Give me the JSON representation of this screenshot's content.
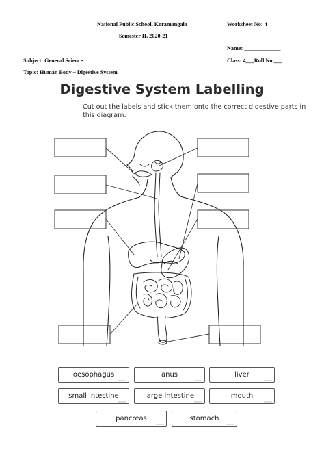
{
  "header": {
    "school": "National Public School, Koramangala",
    "worksheet": "Worksheet No: 4",
    "semester": "Semester II, 2020-21",
    "name": "Name: _____________",
    "subject": "Subject: General Science",
    "class_roll": "Class: 4___Roll No.___",
    "topic": "Topic: Human Body – Digestive System"
  },
  "activity": {
    "title": "Digestive System Labelling",
    "instruction_line1": "Cut out the labels and stick them onto the correct digestive parts in",
    "instruction_line2": "this diagram."
  },
  "labels": [
    "oesophagus",
    "anus",
    "liver",
    "small intestine",
    "large intestine",
    "mouth",
    "pancreas",
    "stomach"
  ]
}
